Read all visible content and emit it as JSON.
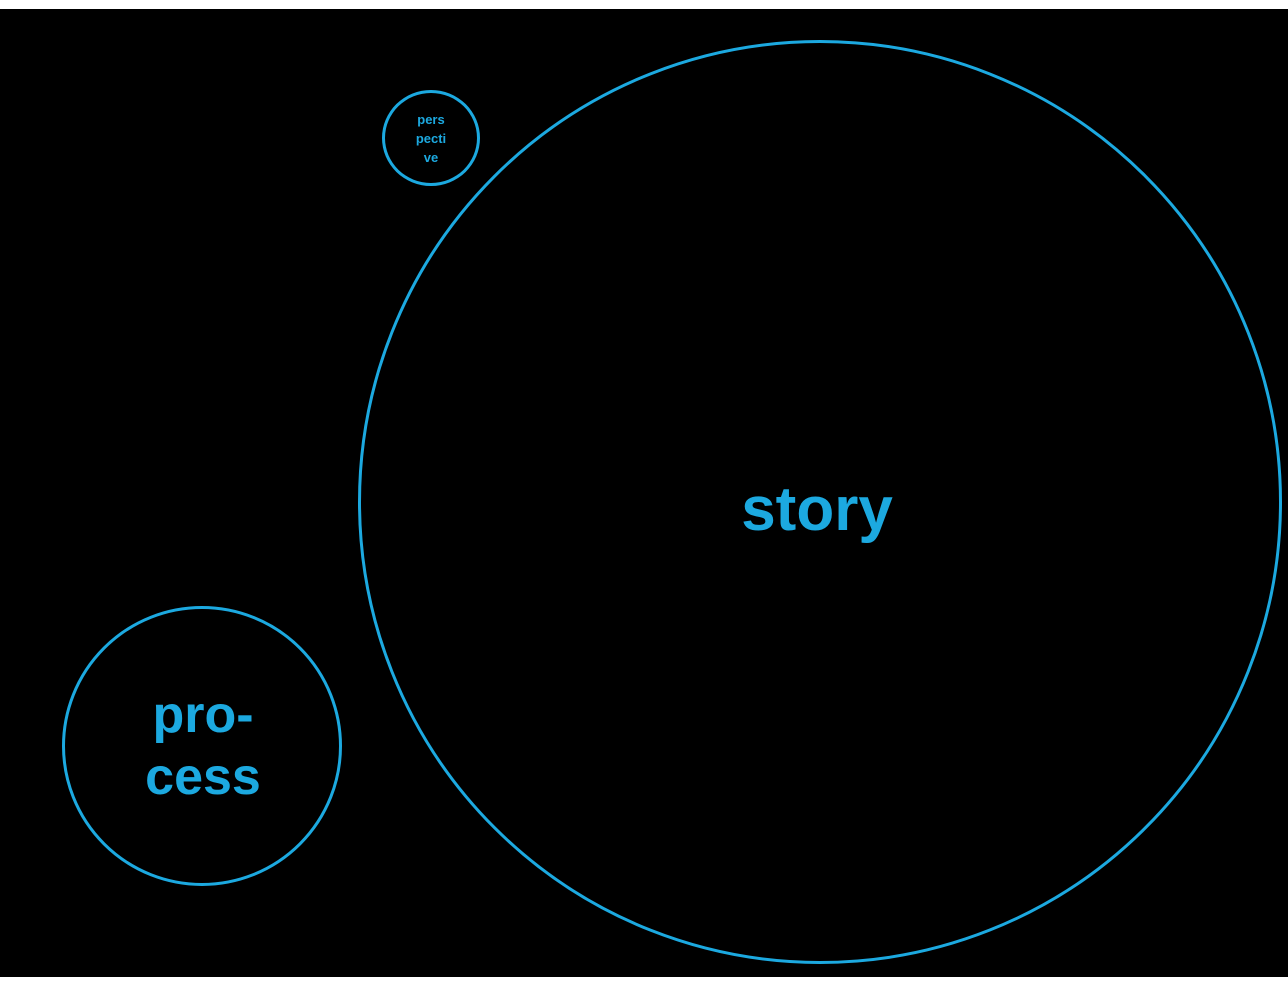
{
  "diagram": {
    "nodes": {
      "story": {
        "label": "story"
      },
      "process": {
        "lines": [
          "pro-",
          "cess"
        ]
      },
      "perspective": {
        "lines": [
          "pers",
          "pecti",
          "ve"
        ]
      }
    },
    "colors": {
      "background": "#000000",
      "stroke": "#1ca9e0",
      "text": "#1ca9e0"
    }
  }
}
